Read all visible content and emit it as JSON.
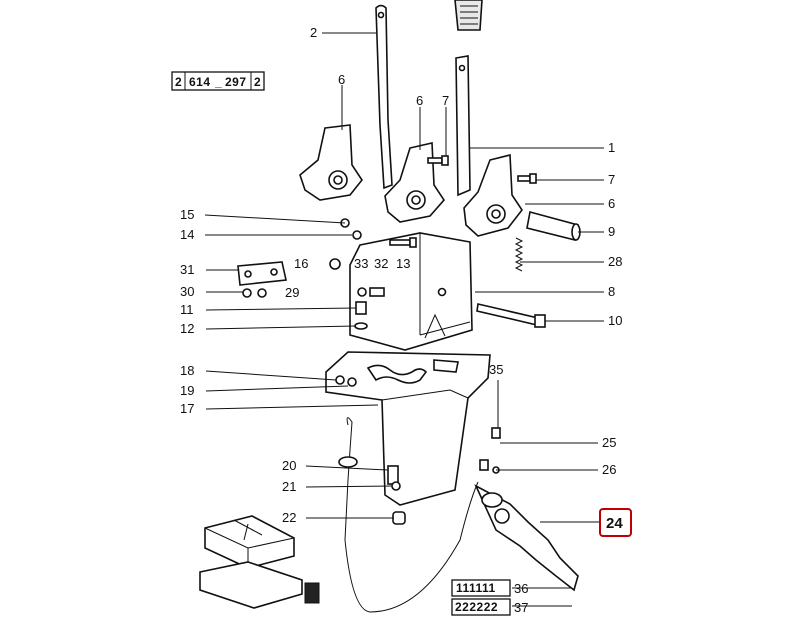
{
  "drawing_code": {
    "parts": [
      "2",
      "614",
      "_",
      "297",
      "2"
    ]
  },
  "callouts": {
    "c1": "1",
    "c2": "2",
    "c6a": "6",
    "c6b": "6",
    "c6c": "6",
    "c7a": "7",
    "c7b": "7",
    "c8": "8",
    "c9": "9",
    "c10": "10",
    "c11": "11",
    "c12": "12",
    "c13": "13",
    "c14": "14",
    "c15": "15",
    "c16": "16",
    "c17": "17",
    "c18": "18",
    "c19": "19",
    "c20": "20",
    "c21": "21",
    "c22": "22",
    "c25": "25",
    "c26": "26",
    "c28": "28",
    "c29": "29",
    "c30": "30",
    "c31": "31",
    "c32": "32",
    "c33": "33",
    "c35": "35",
    "c36": "36",
    "c37": "37"
  },
  "highlighted_callout": {
    "label": "24",
    "color": "#c00000"
  },
  "code_box_36": "111111",
  "code_box_37": "222222"
}
